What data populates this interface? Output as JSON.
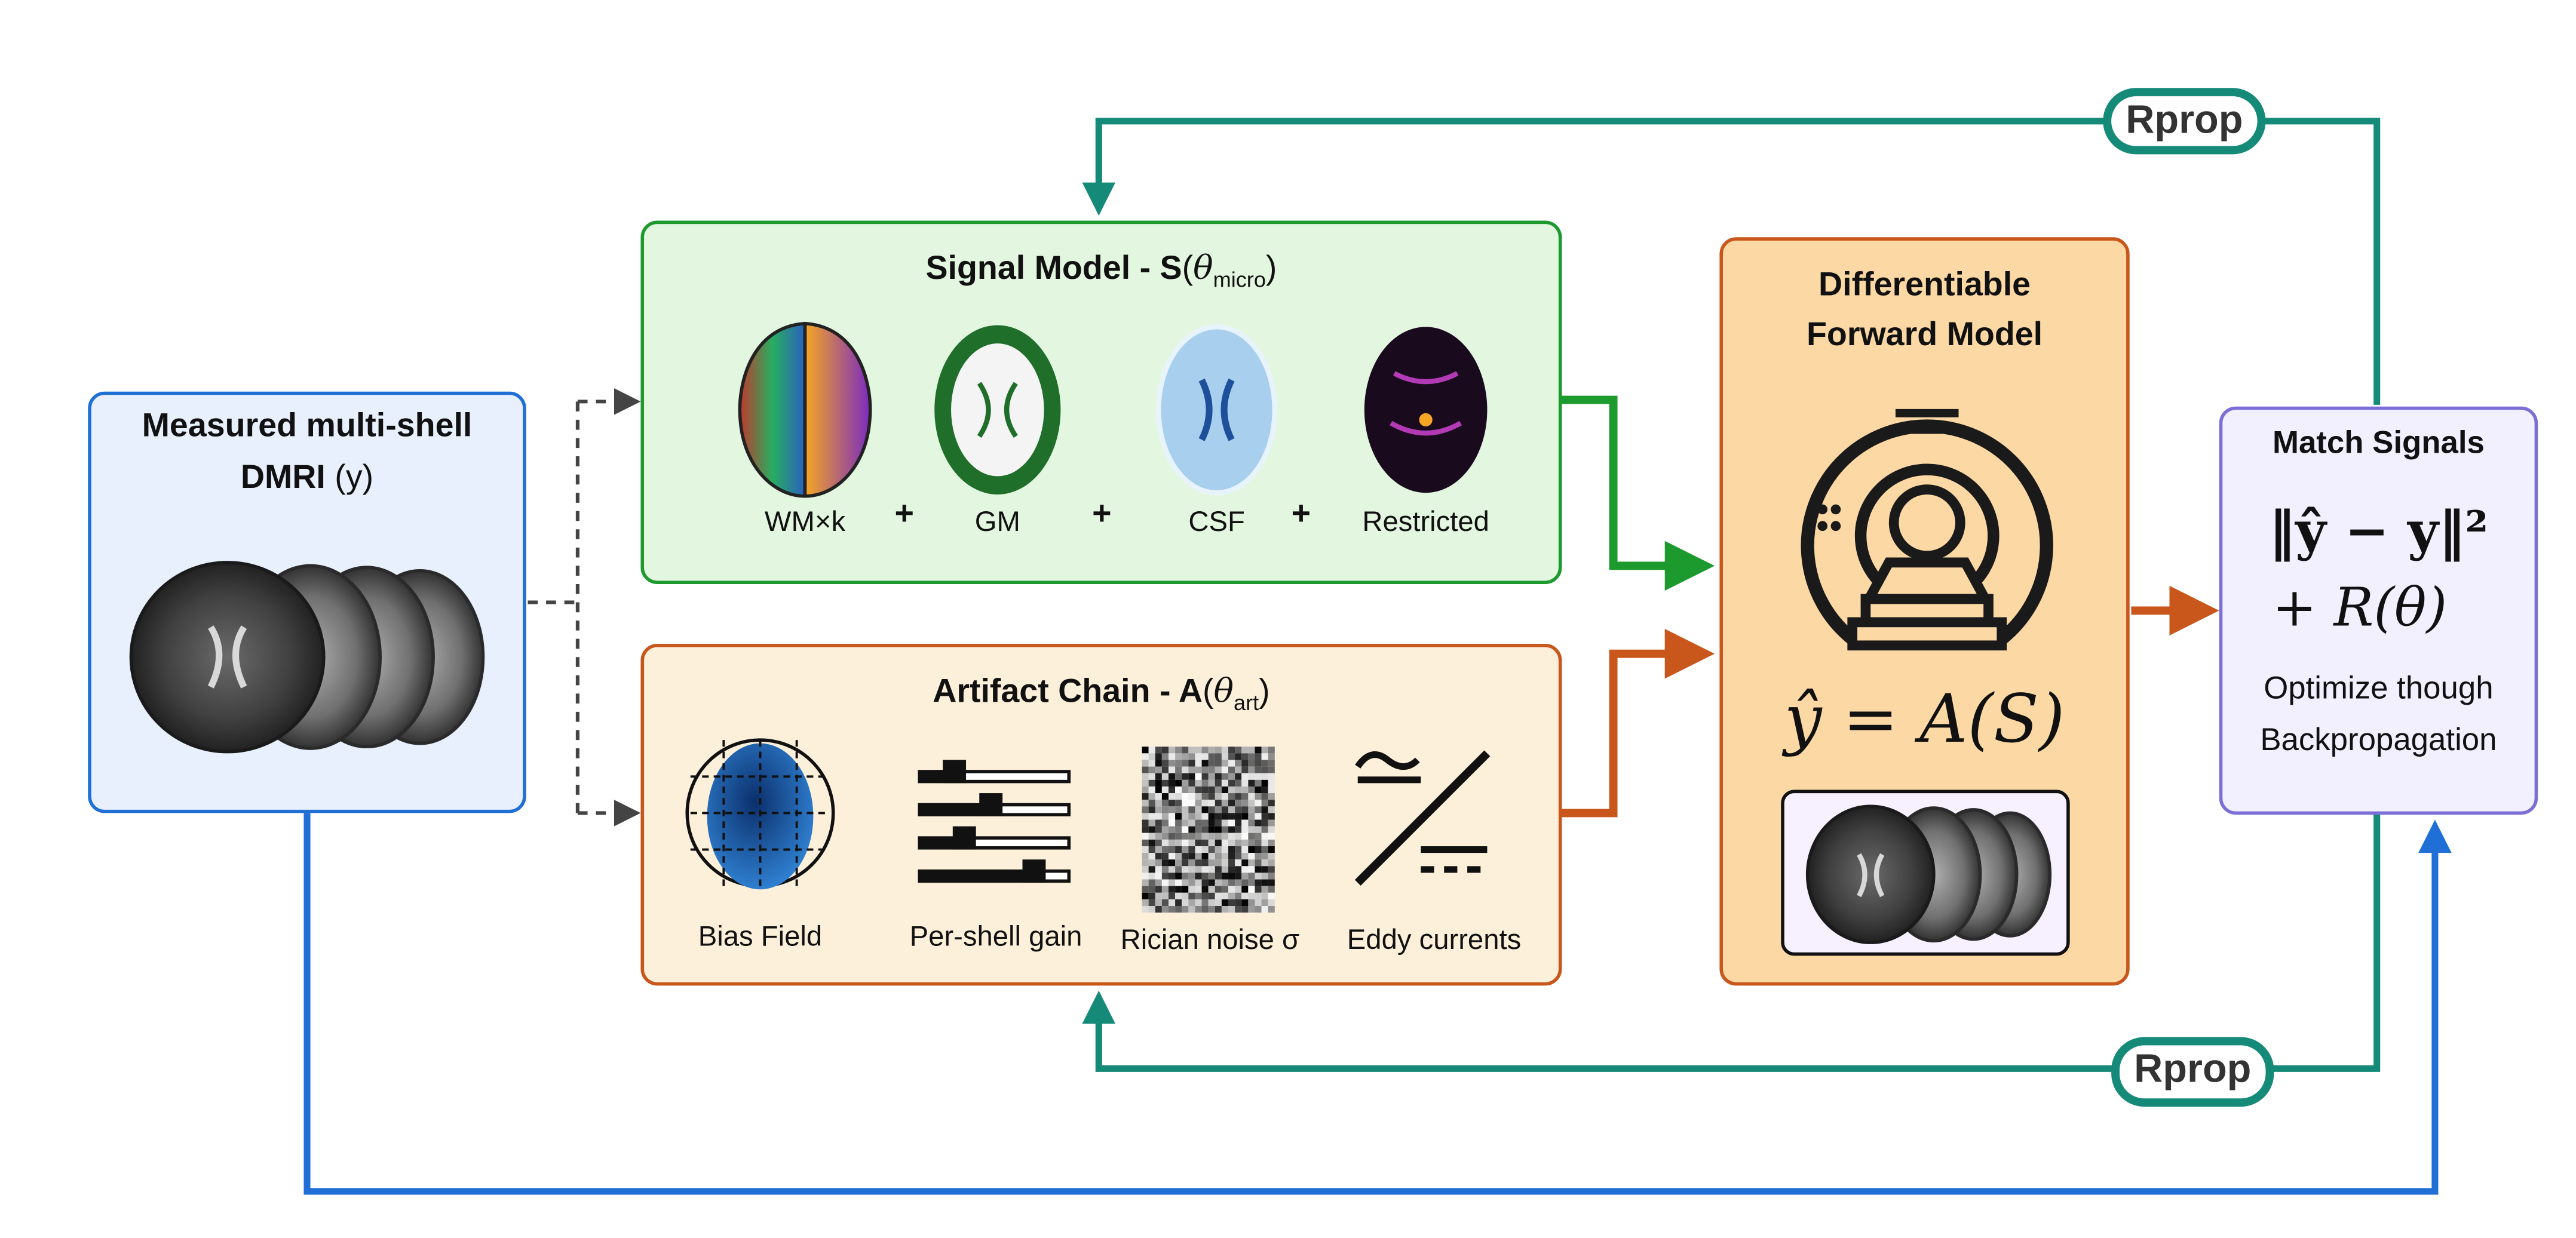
{
  "measured": {
    "title_line1": "Measured multi-shell",
    "title_bold": "DMRI",
    "title_rest": " (y)"
  },
  "signal": {
    "title_bold": "Signal Model - S",
    "theta": "θ",
    "sub": "micro",
    "components": [
      "WM×k",
      "GM",
      "CSF",
      "Restricted"
    ],
    "plus": "+"
  },
  "artifact": {
    "title_bold": "Artifact Chain - A",
    "theta": "θ",
    "sub": "art",
    "components": [
      "Bias Field",
      "Per-shell gain",
      "Rician noise σ",
      "Eddy currents"
    ]
  },
  "forward": {
    "title_line1": "Differentiable",
    "title_line2": "Forward Model",
    "equation": "ŷ = A(S)"
  },
  "match": {
    "title": "Match Signals",
    "loss_line1": "‖ŷ − y‖²",
    "loss_line2": "+ R(θ)",
    "note_line1": "Optimize though",
    "note_line2": "Backpropagation"
  },
  "rprop_top": "Rprop",
  "rprop_bottom": "Rprop",
  "colors": {
    "blue": "#1f6fd6",
    "green": "#1d9a2e",
    "orange": "#c9561a",
    "teal": "#158a78",
    "purple": "#7b6fd6",
    "signal_bg": "#e3f6e0",
    "artifact_bg": "#fdf0da",
    "forward_bg": "#fbd8a4",
    "measured_bg": "#e8f0fe",
    "match_bg": "#f2efff"
  }
}
